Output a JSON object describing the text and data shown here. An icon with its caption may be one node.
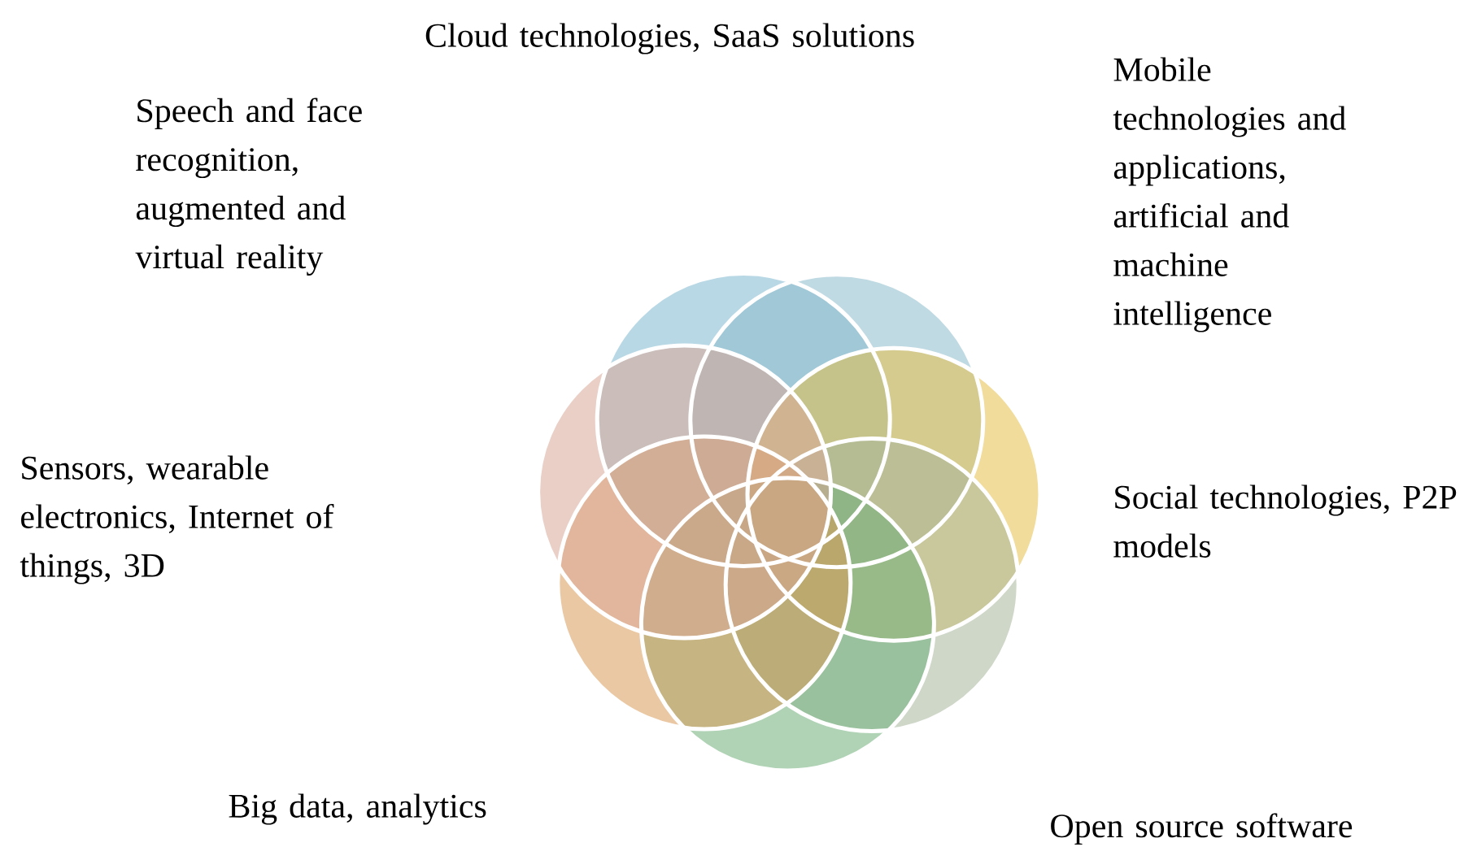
{
  "diagram": {
    "labels": [
      "Cloud technologies, SaaS solutions",
      "Mobile technologies and applications, artificial and machine intelligence",
      "Speech and face recognition, augmented and virtual reality",
      "Sensors, wearable electronics, Internet of things, 3D",
      "Social technologies, P2P models",
      "Big data, analytics",
      "Open source software"
    ]
  }
}
